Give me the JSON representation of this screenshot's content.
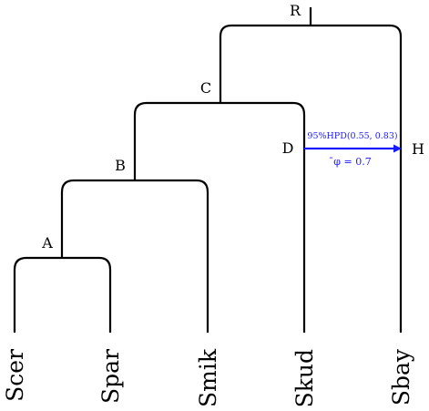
{
  "tree": {
    "taxa": [
      "Scer",
      "Spar",
      "Smik",
      "Skud",
      "Sbay"
    ],
    "internal_nodes": [
      "A",
      "B",
      "C",
      "R"
    ],
    "reticulation": {
      "source_label": "D",
      "target_label": "H",
      "hpd_text": "95%HPD(0.55, 0.83)",
      "phi_text": "̄φ = 0.7"
    }
  },
  "colors": {
    "edge": "#000000",
    "reticulation": "#1a1aff",
    "background": "#ffffff"
  }
}
